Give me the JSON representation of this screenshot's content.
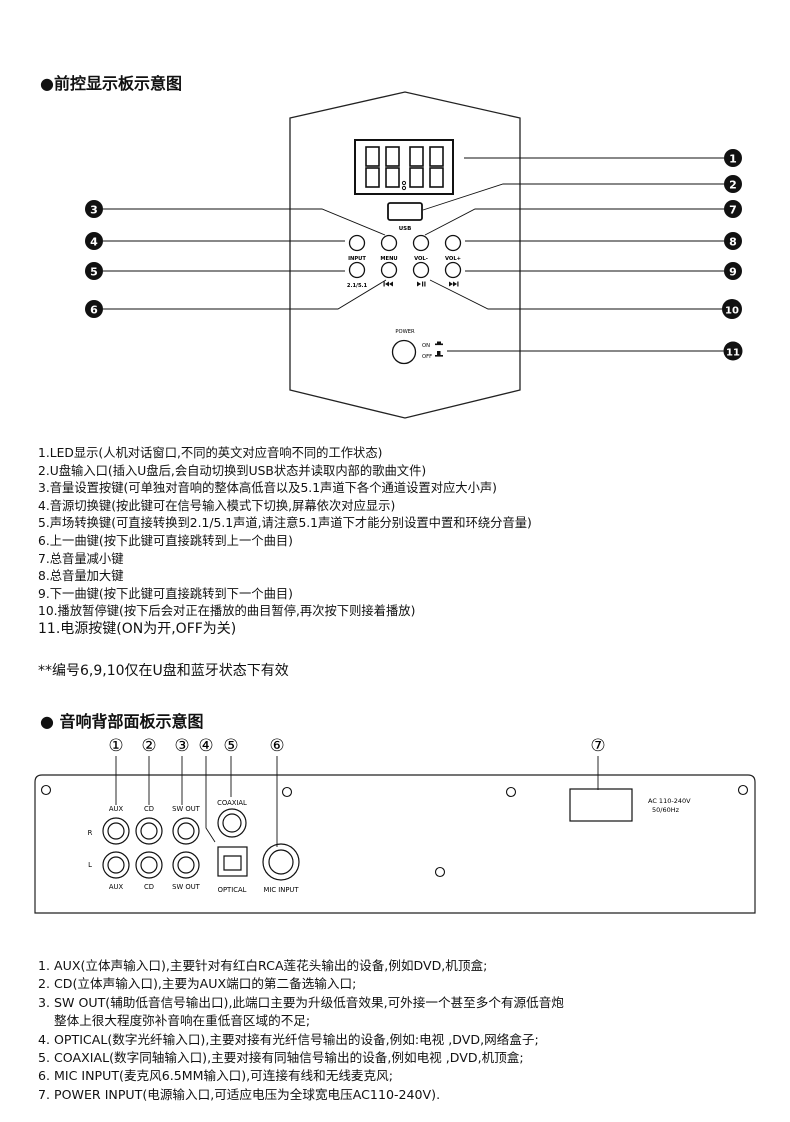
{
  "front_heading": "前控显示板示意图",
  "rear_heading": "音响背部面板示意图",
  "front_panel": {
    "usb": "USB",
    "buttons": {
      "input": "INPUT",
      "menu": "MENU",
      "vol_minus": "VOL-",
      "vol_plus": "VOL+",
      "mode": "2.1/5.1"
    },
    "power": "POWER",
    "on": "ON",
    "off": "OFF"
  },
  "callouts": [
    "1",
    "2",
    "3",
    "4",
    "5",
    "6",
    "7",
    "8",
    "9",
    "10",
    "11"
  ],
  "front_descriptions": [
    "1.LED显示(人机对话窗口,不同的英文对应音响不同的工作状态)",
    "2.U盘输入口(插入U盘后,会自动切换到USB状态并读取内部的歌曲文件)",
    "3.音量设置按键(可单独对音响的整体高低音以及5.1声道下各个通道设置对应大小声)",
    "4.音源切换键(按此键可在信号输入模式下切换,屏幕依次对应显示)",
    "5.声场转换键(可直接转换到2.1/5.1声道,请注意5.1声道下才能分别设置中置和环绕分音量)",
    "6.上一曲键(按下此键可直接跳转到上一个曲目)",
    "7.总音量减小键",
    "8.总音量加大键",
    "9.下一曲键(按下此键可直接跳转到下一个曲目)",
    "10.播放暂停键(按下后会对正在播放的曲目暂停,再次按下则接着播放)",
    "11.电源按键(ON为开,OFF为关)"
  ],
  "note": "**编号6,9,10仅在U盘和蓝牙状态下有效",
  "rear_callouts": [
    "①",
    "②",
    "③",
    "④",
    "⑤",
    "⑥",
    "⑦"
  ],
  "rear_panel": {
    "aux": "AUX",
    "cd": "CD",
    "sw_out": "SW OUT",
    "coaxial": "COAXIAL",
    "optical": "OPTICAL",
    "mic_input": "MIC INPUT",
    "r": "R",
    "l": "L",
    "ac_line1": "AC 110-240V",
    "ac_line2": "50/60Hz"
  },
  "rear_descriptions": [
    "1.  AUX(立体声输入口),主要针对有红白RCA莲花头输出的设备,例如DVD,机顶盒;",
    "2.  CD(立体声输入口),主要为AUX端口的第二备选输入口;",
    "3.  SW OUT(辅助低音信号输出口),此端口主要为升级低音效果,可外接一个甚至多个有源低音炮",
    "    整体上很大程度弥补音响在重低音区域的不足;",
    "4. OPTICAL(数字光纤输入口),主要对接有光纤信号输出的设备,例如:电视 ,DVD,网络盒子;",
    "5. COAXIAL(数字同轴输入口),主要对接有同轴信号输出的设备,例如电视 ,DVD,机顶盒;",
    "6. MIC INPUT(麦克风6.5MM输入口),可连接有线和无线麦克风;",
    "7. POWER INPUT(电源输入口,可适应电压为全球宽电压AC110-240V)."
  ]
}
